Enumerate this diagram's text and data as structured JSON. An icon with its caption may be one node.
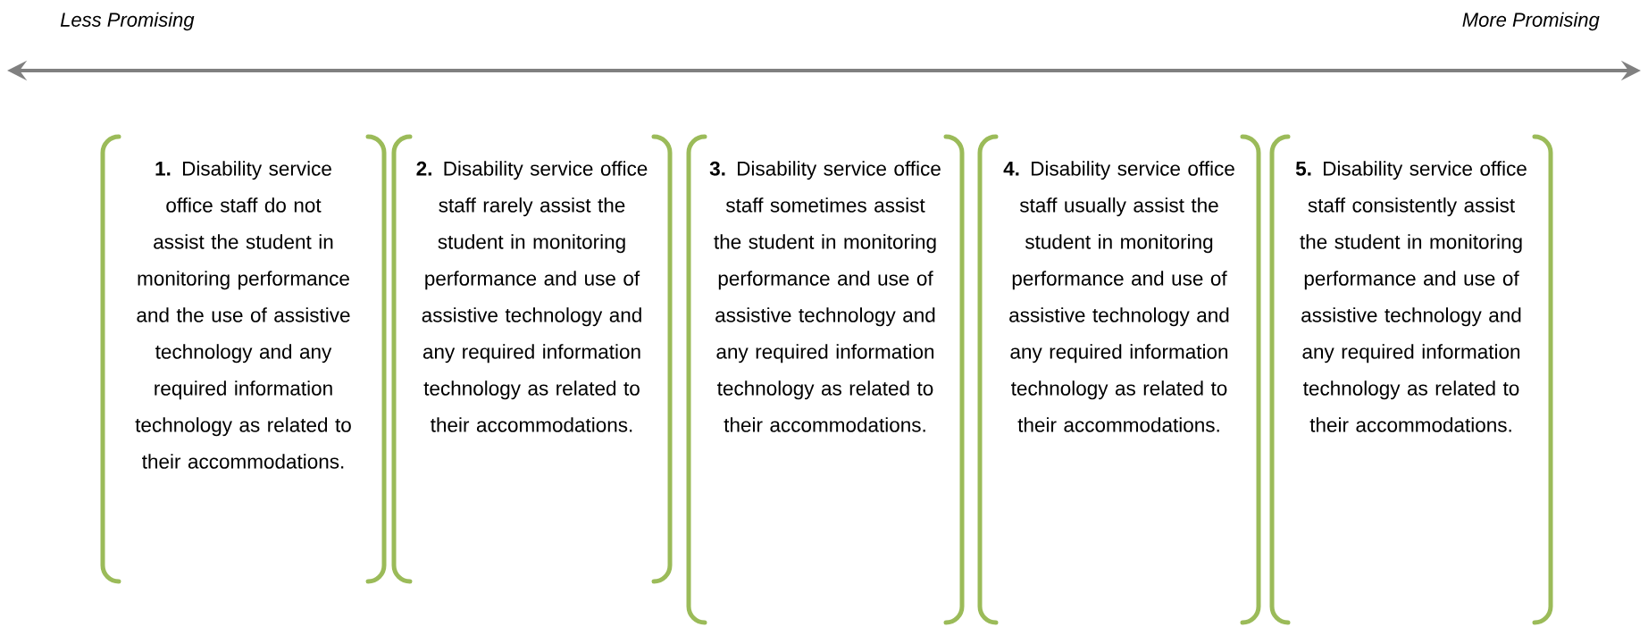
{
  "diagram": {
    "nodes": [
      {
        "text": [
          "**1.** Disability service office staff do not assist the student in monitoring performance and the use of assistive technology and any required information technology as related to their accommodations."
        ]
      },
      {
        "text": [
          "**2.** Disability service office staff rarely assist the student in monitoring performance and use of assistive technology and any required information technology as related to their accommodations."
        ]
      },
      {
        "text": [
          "**3.** Disability service office staff sometimes assist the student in monitoring performance and use of assistive technology and any required information technology as related to their accommodations."
        ]
      },
      {
        "text": [
          "**4.** Disability service office staff usually assist the student in monitoring performance and use of assistive technology and any required information technology as related to their accommodations."
        ]
      },
      {
        "text": [
          "**5.** Disability service office staff consistently assist the student in monitoring performance and use of assistive technology and any required information technology as related to their accommodations."
        ]
      }
    ],
    "labels": [
      "Less Promising",
      "More Promising"
    ]
  }
}
